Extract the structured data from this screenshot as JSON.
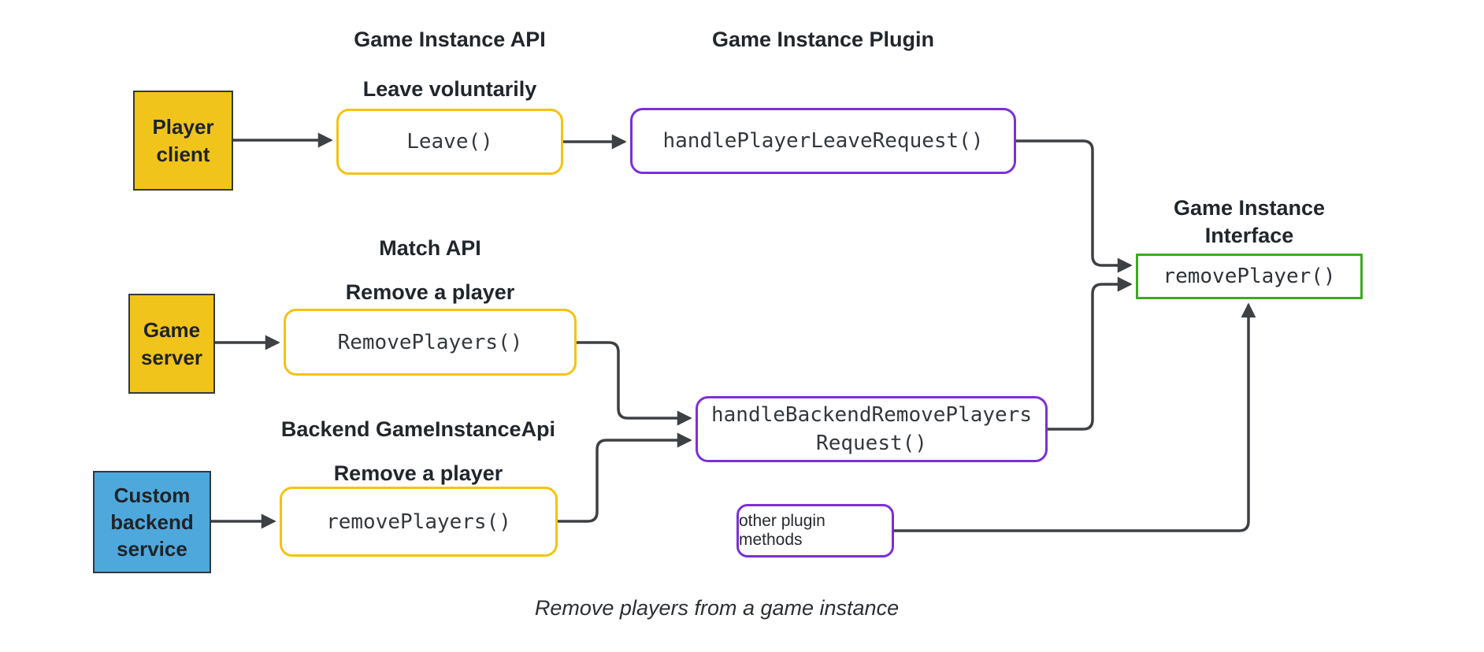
{
  "diagram": {
    "caption": "Remove players from a game instance",
    "labels": {
      "game_instance_api": "Game Instance API",
      "leave_voluntarily": "Leave voluntarily",
      "game_instance_plugin": "Game Instance Plugin",
      "match_api": "Match API",
      "remove_a_player_top": "Remove a player",
      "backend_game_instance_api": "Backend GameInstanceApi",
      "remove_a_player_bottom": "Remove a player",
      "game_instance_interface": "Game Instance Interface"
    },
    "nodes": {
      "player_client": {
        "label": "Player client",
        "type": "external-actor",
        "fill": "#F0C41B"
      },
      "game_server": {
        "label": "Game server",
        "type": "external-actor",
        "fill": "#F0C41B"
      },
      "custom_backend_service": {
        "label": "Custom backend service",
        "type": "external-actor",
        "fill": "#4FA8DC"
      },
      "leave": {
        "label": "Leave()",
        "type": "api-method",
        "border": "#F5C211"
      },
      "remove_players_match": {
        "label": "RemovePlayers()",
        "type": "api-method",
        "border": "#F5C211"
      },
      "remove_players_backend": {
        "label": "removePlayers()",
        "type": "api-method",
        "border": "#F5C211"
      },
      "handle_player_leave_request": {
        "label": "handlePlayerLeaveRequest()",
        "type": "plugin-method",
        "border": "#7C2FD9"
      },
      "handle_backend_remove_players_request": {
        "label": "handleBackendRemovePlayersRequest()",
        "type": "plugin-method",
        "border": "#7C2FD9"
      },
      "other_plugin_methods": {
        "label": "other plugin methods",
        "type": "plugin-method",
        "border": "#7C2FD9"
      },
      "remove_player": {
        "label": "removePlayer()",
        "type": "interface-method",
        "border": "#3EA822"
      }
    },
    "edges": [
      {
        "from": "player_client",
        "to": "leave"
      },
      {
        "from": "leave",
        "to": "handle_player_leave_request"
      },
      {
        "from": "handle_player_leave_request",
        "to": "remove_player"
      },
      {
        "from": "game_server",
        "to": "remove_players_match"
      },
      {
        "from": "remove_players_match",
        "to": "handle_backend_remove_players_request"
      },
      {
        "from": "custom_backend_service",
        "to": "remove_players_backend"
      },
      {
        "from": "remove_players_backend",
        "to": "handle_backend_remove_players_request"
      },
      {
        "from": "handle_backend_remove_players_request",
        "to": "remove_player"
      },
      {
        "from": "other_plugin_methods",
        "to": "remove_player"
      }
    ],
    "colors": {
      "actor_yellow": "#F0C41B",
      "actor_blue": "#4FA8DC",
      "method_yellow_border": "#F5C211",
      "plugin_purple_border": "#7C2FD9",
      "interface_green_border": "#3EA822",
      "connector": "#3D4044"
    }
  }
}
